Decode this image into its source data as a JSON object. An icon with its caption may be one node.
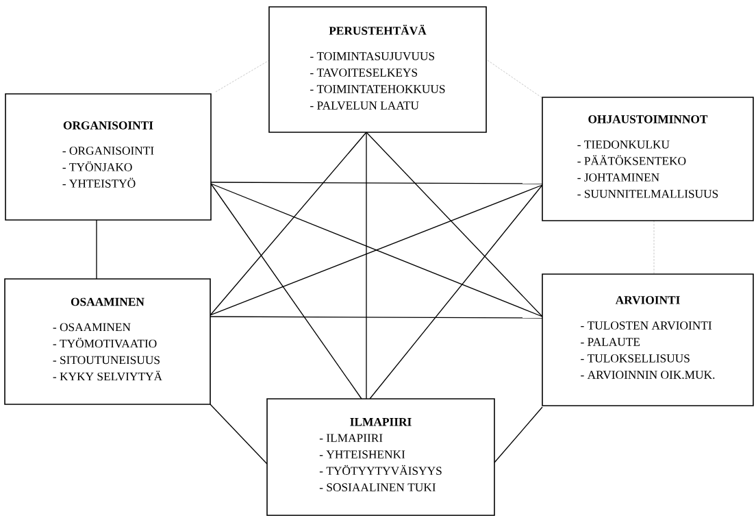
{
  "diagram": {
    "nodes": [
      {
        "text": [
          "PERUSTEHTÄVÄ",
          "- TOIMINTASUJUVUUS",
          "- TAVOITESELKEYS",
          "- TOIMINTATEHOKKUUS",
          "- PALVELUN LAATU"
        ]
      },
      {
        "text": [
          "ORGANISOINTI",
          "- ORGANISOINTI",
          "- TYÖNJAKO",
          "- YHTEISTYÖ"
        ]
      },
      {
        "text": [
          "OHJAUSTOIMINNOT",
          "- TIEDONKULKU",
          "- PÄÄTÖKSENTEKO",
          "- JOHTAMINEN",
          "- SUUNNITELMALLISUUS"
        ]
      },
      {
        "text": [
          "OSAAMINEN",
          "- OSAAMINEN",
          "- TYÖMOTIVAATIO",
          "- SITOUTUNEISUUS",
          "- KYKY SELVIYTYÄ"
        ]
      },
      {
        "text": [
          "ARVIOINTI",
          "- TULOSTEN ARVIOINTI",
          "- PALAUTE",
          "- TULOKSELLISUUS",
          "- ARVIOINNIN OIK.MUK."
        ]
      },
      {
        "text": [
          "ILMAPIIRI",
          "- ILMAPIIRI",
          "- YHTEISHENKI",
          "- TYÖTYYTYVÄISYYS",
          "- SOSIAALINEN TUKI"
        ]
      }
    ],
    "edges": [
      {
        "from": 1,
        "to": 0,
        "arrow": "none",
        "style": "dashed",
        "color": "#aaaaaa"
      },
      {
        "from": 0,
        "to": 2,
        "arrow": "none",
        "style": "dashed",
        "color": "#aaaaaa"
      },
      {
        "from": 1,
        "to": 3,
        "arrow": "none"
      },
      {
        "from": 2,
        "to": 4,
        "arrow": "none",
        "style": "dashed",
        "color": "#aaaaaa"
      },
      {
        "from": 3,
        "to": 5,
        "arrow": "none"
      },
      {
        "from": 4,
        "to": 5,
        "arrow": "none"
      },
      {
        "from": 0,
        "to": 3,
        "arrow": "none"
      },
      {
        "from": 0,
        "to": 4,
        "arrow": "none"
      },
      {
        "from": 0,
        "to": 5,
        "arrow": "none"
      },
      {
        "from": 1,
        "to": 2,
        "arrow": "none"
      },
      {
        "from": 1,
        "to": 4,
        "arrow": "none"
      },
      {
        "from": 1,
        "to": 5,
        "arrow": "none"
      },
      {
        "from": 2,
        "to": 3,
        "arrow": "none"
      },
      {
        "from": 2,
        "to": 5,
        "arrow": "none"
      },
      {
        "from": 3,
        "to": 4,
        "arrow": "none"
      }
    ]
  }
}
